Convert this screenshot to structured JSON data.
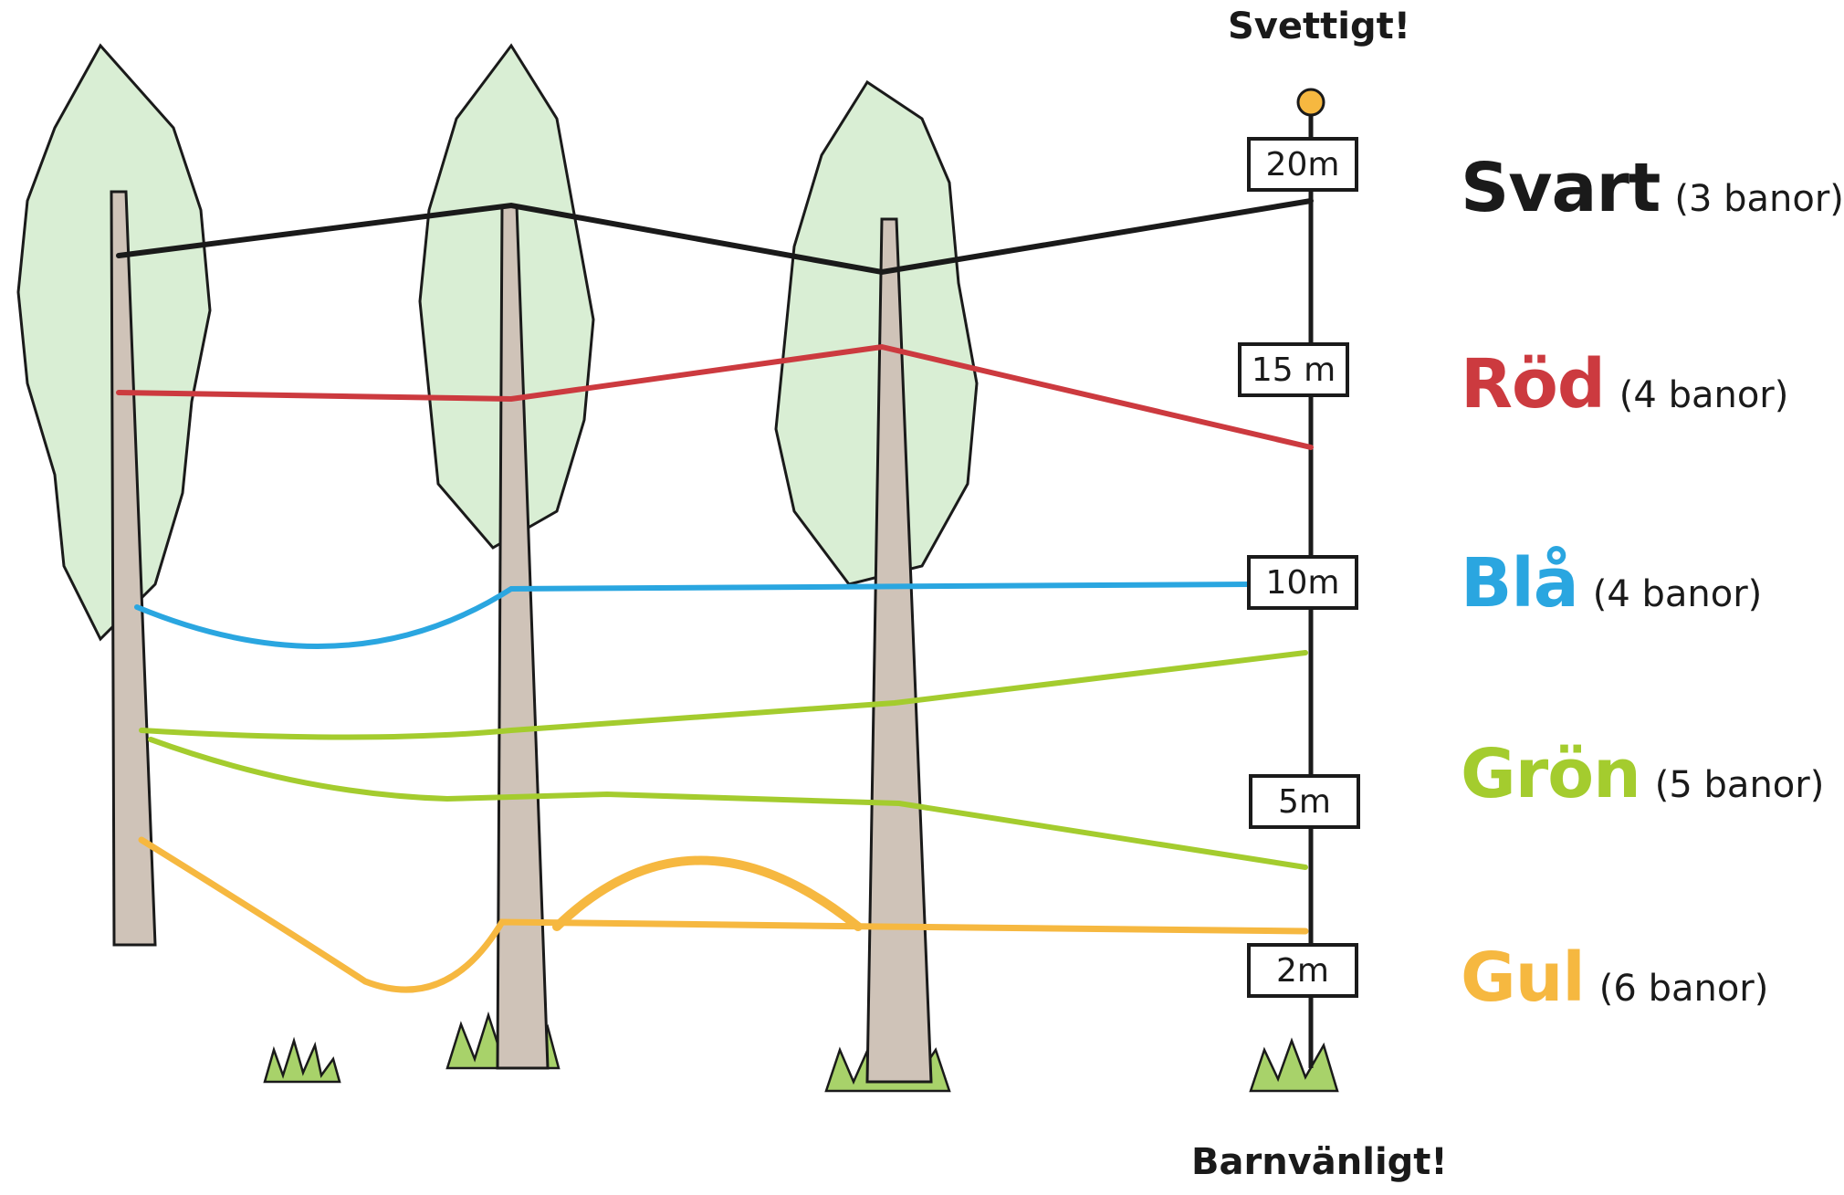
{
  "header": {
    "top_label": "Svettigt!",
    "bottom_label": "Barnvänligt!"
  },
  "height_signs": [
    "20m",
    "15 m",
    "10m",
    "5m",
    "2m"
  ],
  "courses": [
    {
      "name": "Svart",
      "count": "(3 banor)",
      "color": "#1a1a1a"
    },
    {
      "name": "Röd",
      "count": "(4 banor)",
      "color": "#cc3a3f"
    },
    {
      "name": "Blå",
      "count": "(4 banor)",
      "color": "#2aa6e0"
    },
    {
      "name": "Grön",
      "count": "(5 banor)",
      "color": "#a4cc2e"
    },
    {
      "name": "Gul",
      "count": "(6 banor)",
      "color": "#f6b840"
    }
  ],
  "palette": {
    "foliage": "#d9eed4",
    "trunk": "#cfc3b8",
    "outline": "#1a1a1a",
    "grass": "#a8d26a"
  }
}
